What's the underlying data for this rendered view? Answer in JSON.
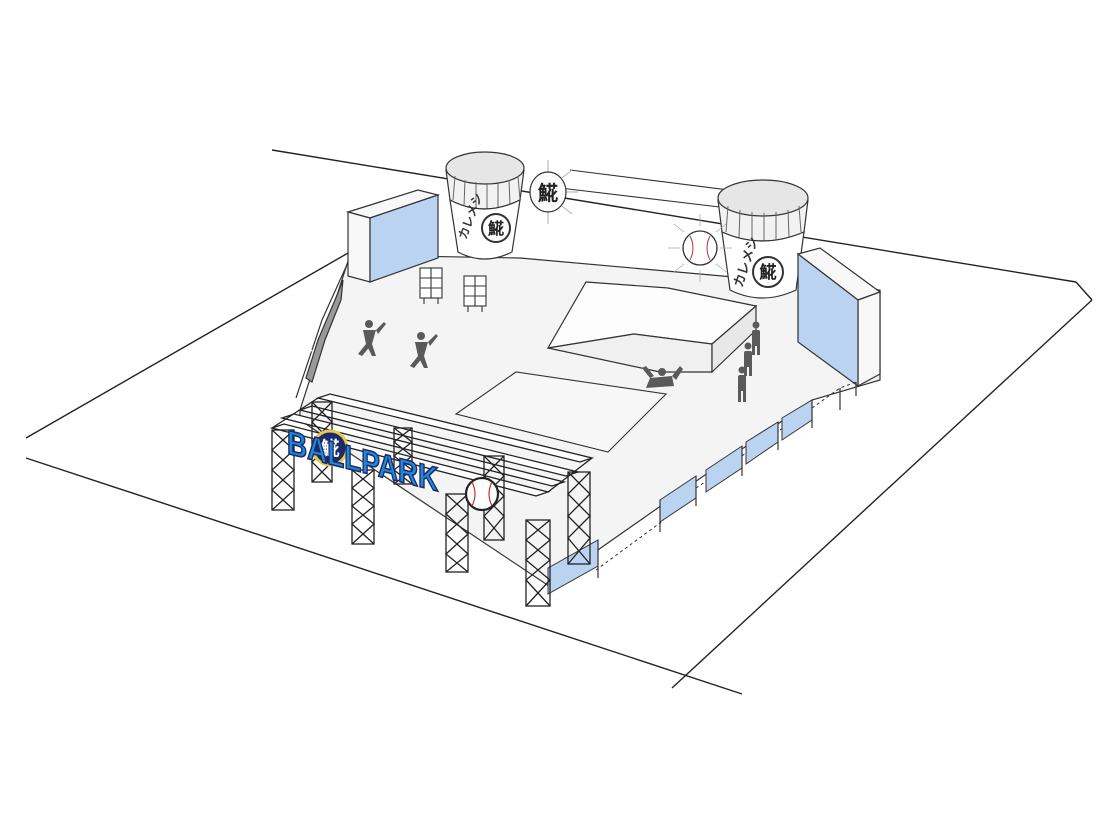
{
  "sign": {
    "title": "BALLPARK",
    "logo_glyph": "𩸽",
    "ball_icon": "baseball-icon"
  },
  "cups": [
    {
      "label": "カレメシ",
      "logo_glyph": "𩸽"
    },
    {
      "label": "カレメシ",
      "logo_glyph": "𩸽"
    }
  ],
  "colors": {
    "panel_blue": "#b9d3f0",
    "sign_blue": "#1e8ad6",
    "sign_navy": "#1b2a6b",
    "logo_gold": "#e8c84a",
    "line": "#333333",
    "figure": "#5a5a5a"
  },
  "icons": [
    "baseball-icon",
    "person-silhouette-icon",
    "scaffold-truss-icon"
  ]
}
